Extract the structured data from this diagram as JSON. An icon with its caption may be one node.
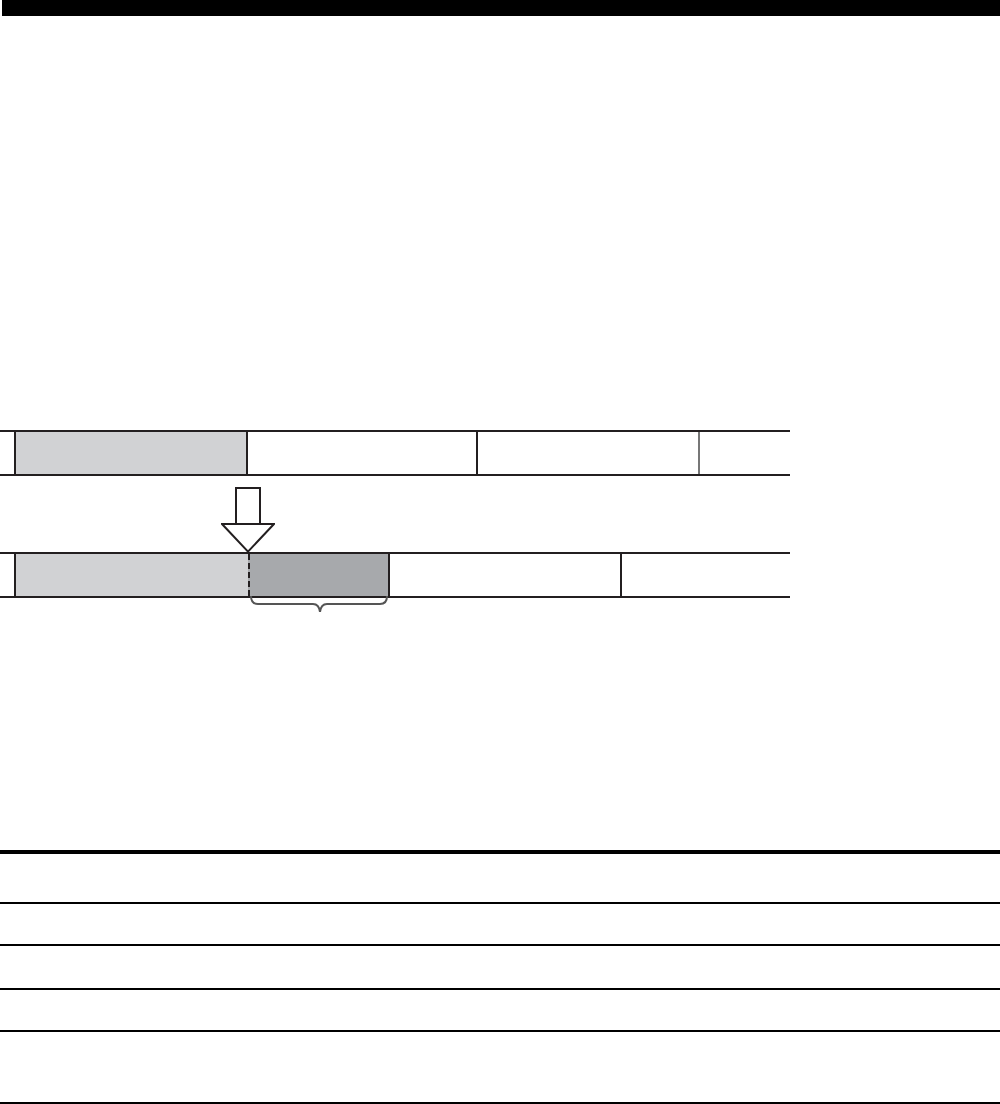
{
  "diagram": {
    "nodes": [
      {
        "text": [],
        "shape": "bar"
      },
      {
        "text": [],
        "shape": "box",
        "in": 0
      },
      {
        "text": [],
        "shape": "box",
        "in": 0
      },
      {
        "text": [],
        "shape": "box",
        "in": 0
      },
      {
        "text": [],
        "shape": "box",
        "in": 0
      },
      {
        "text": [],
        "shape": "bar"
      },
      {
        "text": [],
        "shape": "box",
        "in": 5
      },
      {
        "text": [],
        "shape": "box",
        "in": 5
      },
      {
        "text": [],
        "shape": "box",
        "in": 5
      },
      {
        "text": [],
        "shape": "box",
        "in": 5
      }
    ],
    "edges": [
      {
        "from": 0,
        "to": 5,
        "arrow": "to"
      }
    ]
  }
}
